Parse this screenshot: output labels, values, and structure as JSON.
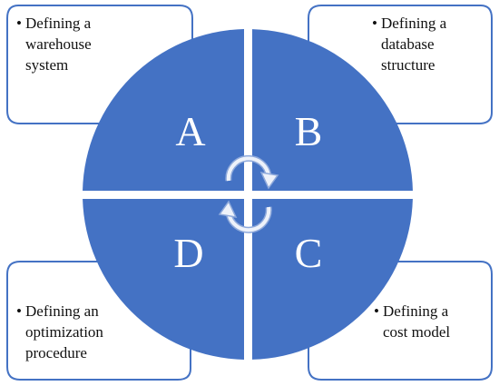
{
  "colors": {
    "quadrant_fill": "#4472C4",
    "card_border": "#4472C4",
    "card_fill": "#ffffff",
    "arrow_fill": "#d9e2f3"
  },
  "quadrants": [
    {
      "letter": "A",
      "label": "Defining a warehouse system"
    },
    {
      "letter": "B",
      "label": "Defining a database structure"
    },
    {
      "letter": "C",
      "label": "Defining a cost model"
    },
    {
      "letter": "D",
      "label": "Defining an optimization procedure"
    }
  ],
  "cards": {
    "top_left": {
      "bullet": "•",
      "lines": [
        "Defining a",
        "warehouse",
        "system"
      ]
    },
    "top_right": {
      "bullet": "•",
      "lines": [
        "Defining a",
        "database",
        "structure"
      ]
    },
    "bottom_left": {
      "bullet": "•",
      "lines": [
        "Defining an",
        "optimization",
        "procedure"
      ]
    },
    "bottom_right": {
      "bullet": "•",
      "lines": [
        "Defining a",
        "cost model"
      ]
    }
  },
  "center_icon": "cycle-arrows-icon"
}
